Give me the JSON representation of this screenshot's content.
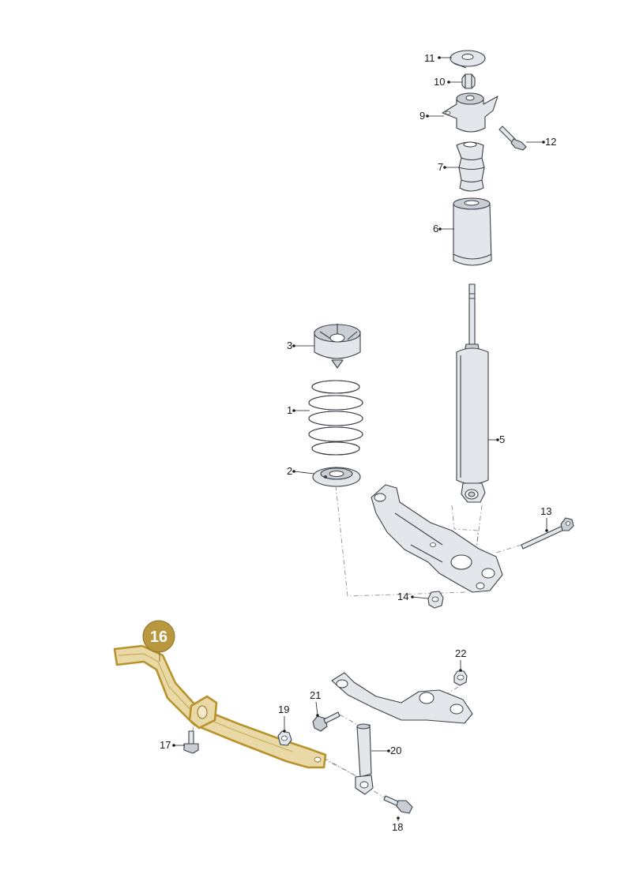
{
  "colors": {
    "highlight_fill": "#e9d9a6",
    "highlight_stroke": "#b8932d",
    "badge": "#b8973e",
    "part_fill": "#e3e7ec",
    "outline": "#3a3f45"
  },
  "highlighted_part": {
    "label": "16"
  },
  "callouts": [
    {
      "id": "1",
      "label": "1"
    },
    {
      "id": "2",
      "label": "2"
    },
    {
      "id": "3",
      "label": "3"
    },
    {
      "id": "5",
      "label": "5"
    },
    {
      "id": "6",
      "label": "6"
    },
    {
      "id": "7",
      "label": "7"
    },
    {
      "id": "9",
      "label": "9"
    },
    {
      "id": "10",
      "label": "10"
    },
    {
      "id": "11",
      "label": "11"
    },
    {
      "id": "12",
      "label": "12"
    },
    {
      "id": "13",
      "label": "13"
    },
    {
      "id": "14",
      "label": "14"
    },
    {
      "id": "17",
      "label": "17"
    },
    {
      "id": "18",
      "label": "18"
    },
    {
      "id": "19",
      "label": "19"
    },
    {
      "id": "20",
      "label": "20"
    },
    {
      "id": "21",
      "label": "21"
    },
    {
      "id": "22",
      "label": "22"
    }
  ]
}
